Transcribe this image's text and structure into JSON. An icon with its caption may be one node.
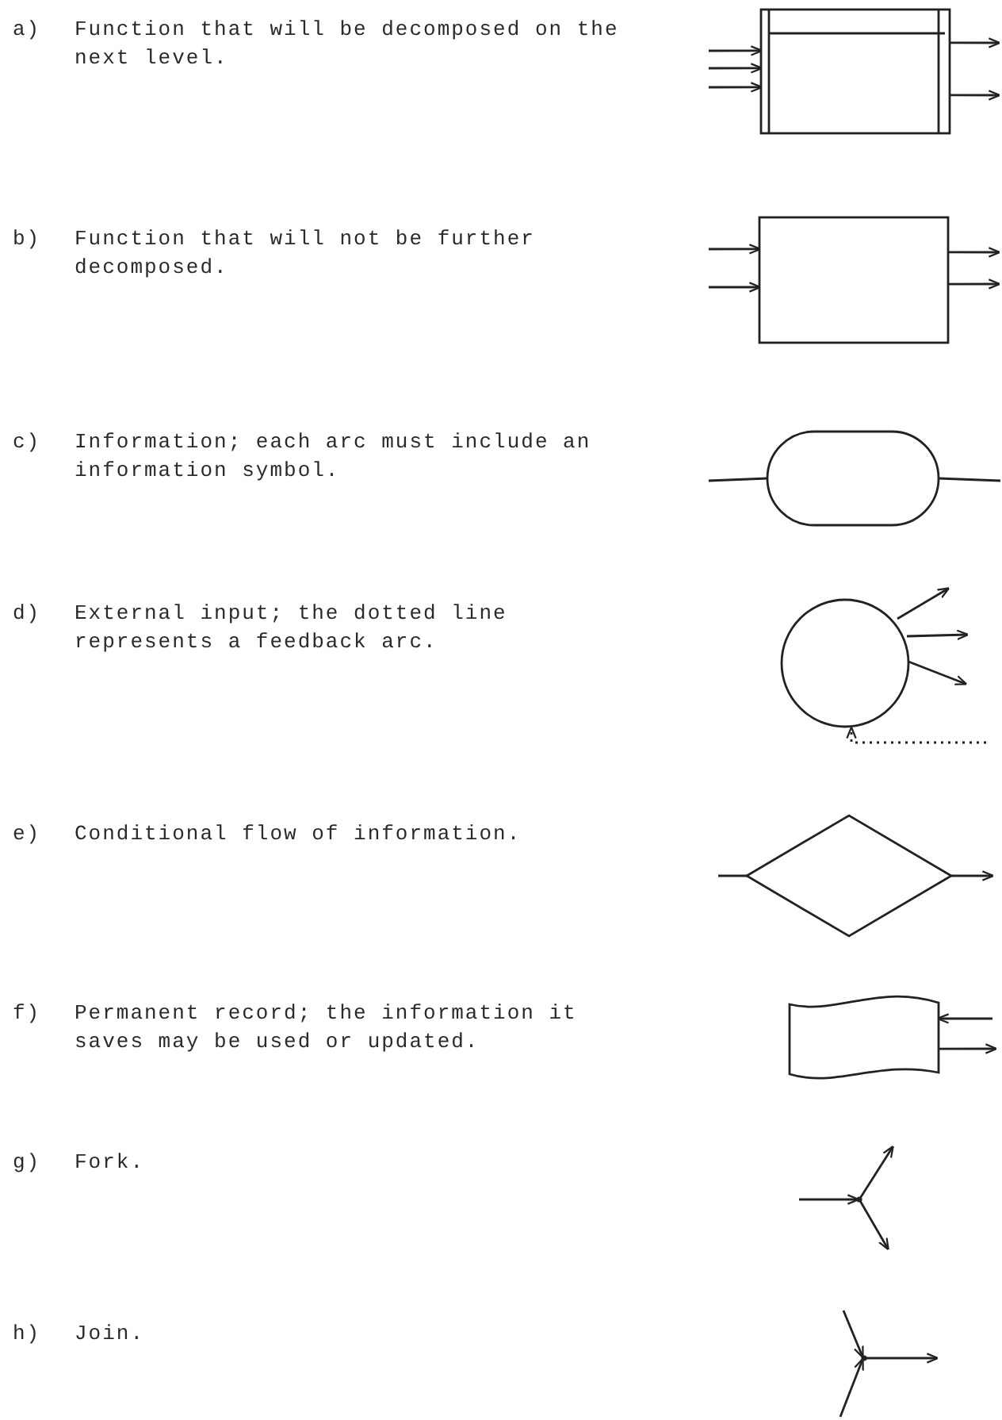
{
  "diagram": {
    "nodes": [
      {
        "text": [],
        "shape": "box"
      },
      {
        "text": [],
        "shape": "box"
      },
      {
        "text": [],
        "shape": "oval"
      },
      {
        "text": [],
        "shape": "circle"
      },
      {
        "text": [],
        "shape": "diamond"
      },
      {
        "text": [],
        "shape": "record"
      },
      {
        "text": [],
        "shape": "point"
      },
      {
        "text": [],
        "shape": "point"
      }
    ],
    "edges": [
      {
        "from": null,
        "to": 0,
        "arrow": "to"
      },
      {
        "from": null,
        "to": 0,
        "arrow": "to"
      },
      {
        "from": null,
        "to": 0,
        "arrow": "to"
      },
      {
        "from": 0,
        "to": null,
        "arrow": "to"
      },
      {
        "from": 0,
        "to": null,
        "arrow": "to"
      },
      {
        "from": null,
        "to": 1,
        "arrow": "to"
      },
      {
        "from": null,
        "to": 1,
        "arrow": "to"
      },
      {
        "from": 1,
        "to": null,
        "arrow": "to"
      },
      {
        "from": 1,
        "to": null,
        "arrow": "to"
      },
      {
        "from": null,
        "to": 2,
        "arrow": "none"
      },
      {
        "from": 2,
        "to": null,
        "arrow": "none"
      },
      {
        "from": 3,
        "to": null,
        "arrow": "to"
      },
      {
        "from": 3,
        "to": null,
        "arrow": "to"
      },
      {
        "from": 3,
        "to": null,
        "arrow": "to"
      },
      {
        "from": null,
        "to": 3,
        "arrow": "to",
        "style": "dashed"
      },
      {
        "from": null,
        "to": 4,
        "arrow": "none"
      },
      {
        "from": 4,
        "to": null,
        "arrow": "to"
      },
      {
        "from": null,
        "to": 5,
        "arrow": "to"
      },
      {
        "from": 5,
        "to": null,
        "arrow": "to"
      },
      {
        "from": null,
        "to": 6,
        "arrow": "to"
      },
      {
        "from": 6,
        "to": null,
        "arrow": "to"
      },
      {
        "from": 6,
        "to": null,
        "arrow": "to"
      },
      {
        "from": null,
        "to": 7,
        "arrow": "to"
      },
      {
        "from": null,
        "to": 7,
        "arrow": "to"
      },
      {
        "from": 7,
        "to": null,
        "arrow": "to"
      }
    ],
    "labels": [
      "a)",
      "Function that will be decomposed on the next level.",
      "b)",
      "Function that will not be further decomposed.",
      "c)",
      "Information; each arc must include an information symbol.",
      "d)",
      "External input; the dotted line represents a feedback arc.",
      "e)",
      "Conditional flow of information.",
      "f)",
      "Permanent record; the information it saves may be used or updated.",
      "g)",
      "Fork.",
      "h)",
      "Join."
    ]
  }
}
